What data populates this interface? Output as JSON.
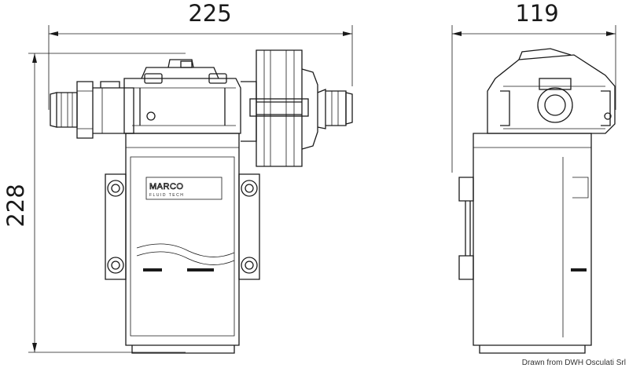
{
  "dimensions": {
    "width": "225",
    "depth": "119",
    "height": "228"
  },
  "labels": {
    "brand": "MARCO",
    "brand_sub": "FLUID TECH",
    "credit": "Drawn from DWH Osculati Srl"
  }
}
